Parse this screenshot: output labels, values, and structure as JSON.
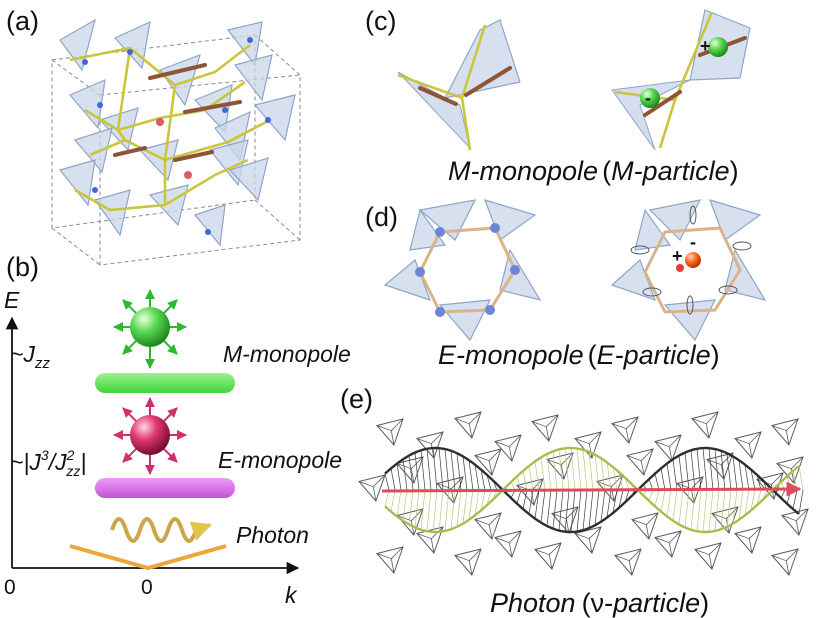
{
  "panels": {
    "a": {
      "label": "(a)"
    },
    "b": {
      "label": "(b)",
      "axis_e": "E",
      "axis_k": "k",
      "origin_x": "0",
      "origin_y": "0",
      "jzz": "~J",
      "jzz_sub": "zz",
      "e_energy_pre": "~|J",
      "e_energy_sup1": "3",
      "e_energy_mid": "/J",
      "e_energy_sup2": "2",
      "e_energy_sub2": "zz",
      "e_energy_post": "|",
      "m_monopole": "M-monopole",
      "e_monopole": "E-monopole",
      "photon": "Photon",
      "colors": {
        "m_band": "#5ee25a",
        "e_band": "#d86be6",
        "dispersion": "#eea53a",
        "m_sphere": "#4fd14a",
        "e_sphere": "#e23a6e"
      }
    },
    "c": {
      "label": "(c)",
      "plus": "+",
      "minus": "-",
      "caption_main": "M-monopole",
      "caption_paren": "(M-particle)"
    },
    "d": {
      "label": "(d)",
      "plus": "+",
      "minus": "-",
      "caption_main": "E-monopole",
      "caption_paren": "(E-particle)"
    },
    "e": {
      "label": "(e)",
      "caption_main": "Photon",
      "caption_nu": "(ν-",
      "caption_rest": "particle)",
      "colors": {
        "axis": "#e0495c",
        "wave_dark": "#2a2f33",
        "wave_light": "#a8be4a"
      }
    }
  }
}
